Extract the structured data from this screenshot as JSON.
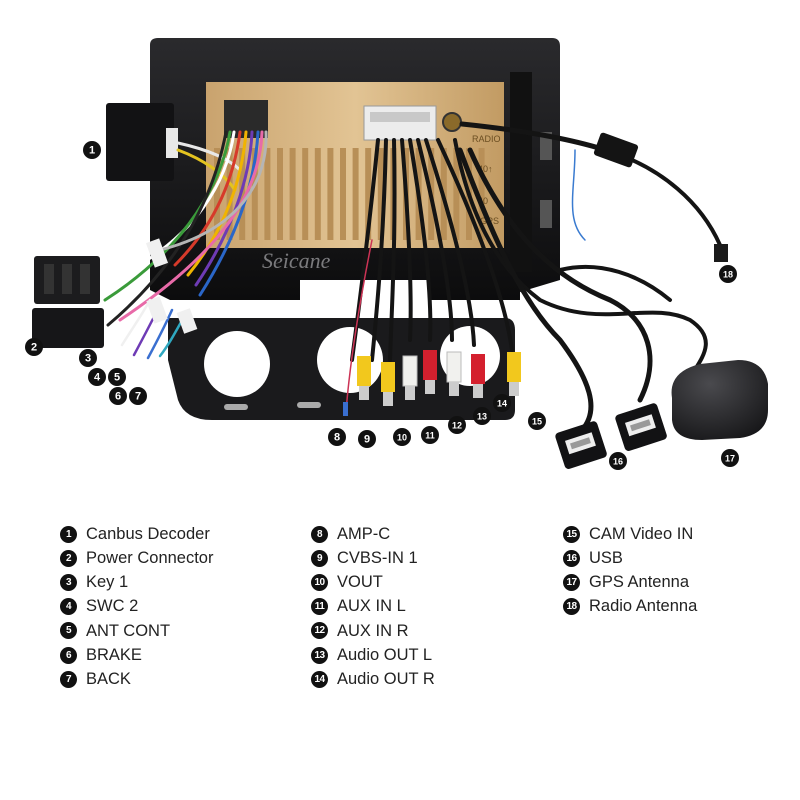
{
  "watermark": "Seicane",
  "panel_labels": {
    "radio": "RADIO",
    "gps": "GPS",
    "slot_a": "40↑",
    "slot_b": "40"
  },
  "callout_numbers": [
    "1",
    "2",
    "3",
    "4",
    "5",
    "6",
    "7",
    "8",
    "9",
    "10",
    "11",
    "12",
    "13",
    "14",
    "15",
    "16",
    "17",
    "18"
  ],
  "legend": [
    {
      "num": "1",
      "label": "Canbus Decoder"
    },
    {
      "num": "2",
      "label": "Power Connector"
    },
    {
      "num": "3",
      "label": "Key 1"
    },
    {
      "num": "4",
      "label": "SWC 2"
    },
    {
      "num": "5",
      "label": "ANT CONT"
    },
    {
      "num": "6",
      "label": "BRAKE"
    },
    {
      "num": "7",
      "label": "BACK"
    },
    {
      "num": "8",
      "label": "AMP-C"
    },
    {
      "num": "9",
      "label": "CVBS-IN 1"
    },
    {
      "num": "10",
      "label": "VOUT"
    },
    {
      "num": "11",
      "label": "AUX IN L"
    },
    {
      "num": "12",
      "label": "AUX IN R"
    },
    {
      "num": "13",
      "label": "Audio OUT L"
    },
    {
      "num": "14",
      "label": "Audio OUT R"
    },
    {
      "num": "15",
      "label": "CAM Video IN"
    },
    {
      "num": "16",
      "label": "USB"
    },
    {
      "num": "17",
      "label": "GPS Antenna"
    },
    {
      "num": "18",
      "label": "Radio Antenna"
    }
  ],
  "colors": {
    "bezel": "#1b1b1d",
    "chassis": "#d9b682",
    "chassis_slot": "#b88f57",
    "rca_red": "#d4202e",
    "rca_white": "#f1f1ee",
    "rca_yellow": "#f2c81d",
    "cable": "#141414",
    "badge": "#111111"
  }
}
